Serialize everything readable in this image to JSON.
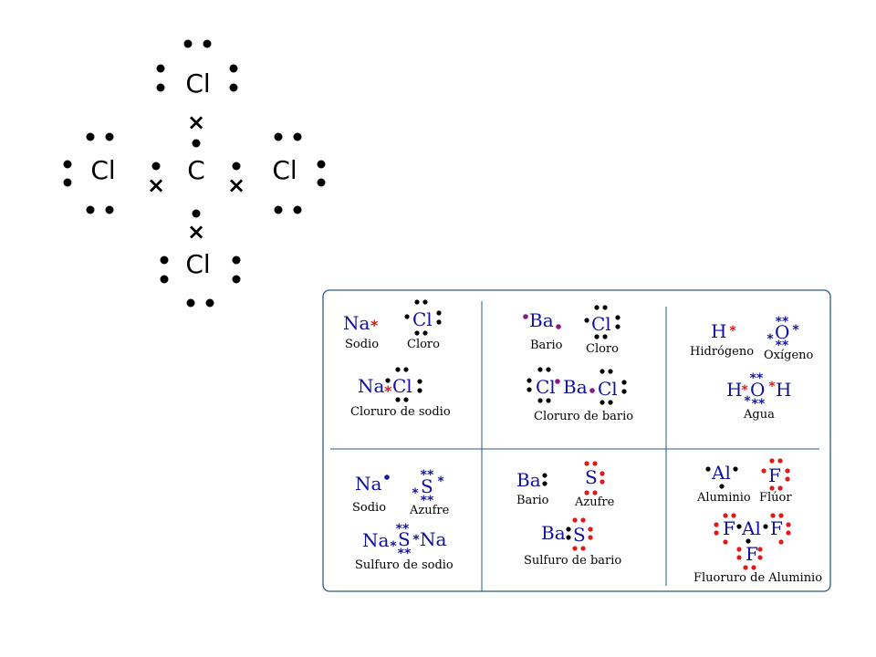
{
  "colors": {
    "background": "#ffffff",
    "ink": "#000000",
    "symbol_blue": "#1010a0",
    "caption": "#000000",
    "electron_black": "#000000",
    "electron_red": "#e01818",
    "electron_purple": "#8a1a8a",
    "electron_blue": "#1a1a9a",
    "panel_border": "#2a5a8a"
  },
  "ccl4": {
    "center": "C",
    "top": "Cl",
    "left": "Cl",
    "right": "Cl",
    "bottom": "Cl",
    "shared_mark_x": "×"
  },
  "panel": {
    "cells": [
      {
        "id": "nacl",
        "items": [
          {
            "text": "Na",
            "role": "symbol"
          },
          {
            "text": "Cl",
            "role": "symbol"
          },
          {
            "text": "Sodio",
            "role": "caption"
          },
          {
            "text": "Cloro",
            "role": "caption"
          },
          {
            "text": "Na",
            "role": "symbol"
          },
          {
            "text": "Cl",
            "role": "symbol"
          },
          {
            "text": "Cloruro de sodio",
            "role": "caption"
          }
        ],
        "marks": [
          "*",
          "*"
        ]
      },
      {
        "id": "bacl2",
        "items": [
          {
            "text": "Ba",
            "role": "symbol"
          },
          {
            "text": "Cl",
            "role": "symbol"
          },
          {
            "text": "Bario",
            "role": "caption"
          },
          {
            "text": "Cloro",
            "role": "caption"
          },
          {
            "text": "Cl",
            "role": "symbol"
          },
          {
            "text": "Ba",
            "role": "symbol"
          },
          {
            "text": "Cl",
            "role": "symbol"
          },
          {
            "text": "Cloruro de bario",
            "role": "caption"
          }
        ]
      },
      {
        "id": "h2o",
        "items": [
          {
            "text": "H",
            "role": "symbol"
          },
          {
            "text": "O",
            "role": "symbol"
          },
          {
            "text": "Hidrógeno",
            "role": "caption"
          },
          {
            "text": "Oxígeno",
            "role": "caption"
          },
          {
            "text": "H",
            "role": "symbol"
          },
          {
            "text": "O",
            "role": "symbol"
          },
          {
            "text": "H",
            "role": "symbol"
          },
          {
            "text": "Agua",
            "role": "caption"
          }
        ],
        "marks": [
          "*",
          "**",
          "*",
          "**",
          "*",
          "**",
          "*",
          "*",
          "**",
          "*"
        ]
      },
      {
        "id": "na2s",
        "items": [
          {
            "text": "Na",
            "role": "symbol"
          },
          {
            "text": "S",
            "role": "symbol"
          },
          {
            "text": "Sodio",
            "role": "caption"
          },
          {
            "text": "Azufre",
            "role": "caption"
          },
          {
            "text": "Na",
            "role": "symbol"
          },
          {
            "text": "S",
            "role": "symbol"
          },
          {
            "text": "Na",
            "role": "symbol"
          },
          {
            "text": "Sulfuro de sodio",
            "role": "caption"
          }
        ],
        "marks": [
          "**",
          "*",
          "*",
          "**",
          "**",
          "*",
          "*",
          "**"
        ]
      },
      {
        "id": "bas",
        "items": [
          {
            "text": "Ba",
            "role": "symbol"
          },
          {
            "text": "S",
            "role": "symbol"
          },
          {
            "text": "Bario",
            "role": "caption"
          },
          {
            "text": "Azufre",
            "role": "caption"
          },
          {
            "text": "Ba",
            "role": "symbol"
          },
          {
            "text": "S",
            "role": "symbol"
          },
          {
            "text": "Sulfuro de bario",
            "role": "caption"
          }
        ]
      },
      {
        "id": "alf3",
        "items": [
          {
            "text": "Al",
            "role": "symbol"
          },
          {
            "text": "F",
            "role": "symbol"
          },
          {
            "text": "Aluminio",
            "role": "caption"
          },
          {
            "text": "Flúor",
            "role": "caption"
          },
          {
            "text": "F",
            "role": "symbol"
          },
          {
            "text": "Al",
            "role": "symbol"
          },
          {
            "text": "F",
            "role": "symbol"
          },
          {
            "text": "F",
            "role": "symbol"
          },
          {
            "text": "Fluoruro de Aluminio",
            "role": "caption"
          }
        ]
      }
    ]
  }
}
